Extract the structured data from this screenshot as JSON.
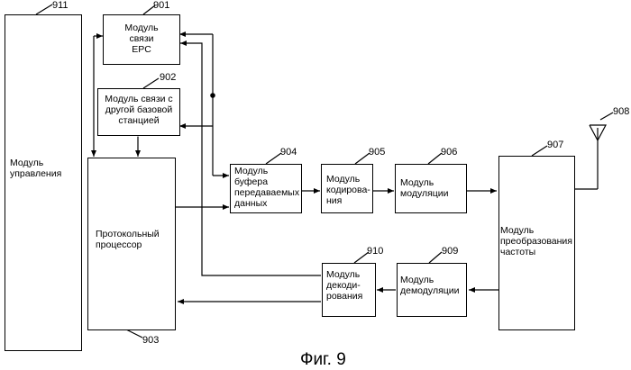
{
  "diagram": {
    "blocks": {
      "control": {
        "ref": "911",
        "label": "Модуль\nуправления"
      },
      "epc": {
        "ref": "901",
        "label": "Модуль\nсвязи\nEPC"
      },
      "bs": {
        "ref": "902",
        "label": "Модуль связи с\nдругой базовой\nстанцией"
      },
      "proto": {
        "ref": "903",
        "label": "Протокольный\nпроцессор"
      },
      "txbuf": {
        "ref": "904",
        "label": "Модуль\nбуфера\nпередаваемых\nданных"
      },
      "coder": {
        "ref": "905",
        "label": "Модуль\nкодирова-\nния"
      },
      "mod": {
        "ref": "906",
        "label": "Модуль\nмодуляции"
      },
      "freq": {
        "ref": "907",
        "label": "Модуль\nпреобразования\nчастоты"
      },
      "antenna": {
        "ref": "908"
      },
      "demod": {
        "ref": "909",
        "label": "Модуль\nдемодуляции"
      },
      "decoder": {
        "ref": "910",
        "label": "Модуль\nдекоди-\nрования"
      }
    },
    "caption": "Фиг. 9"
  }
}
